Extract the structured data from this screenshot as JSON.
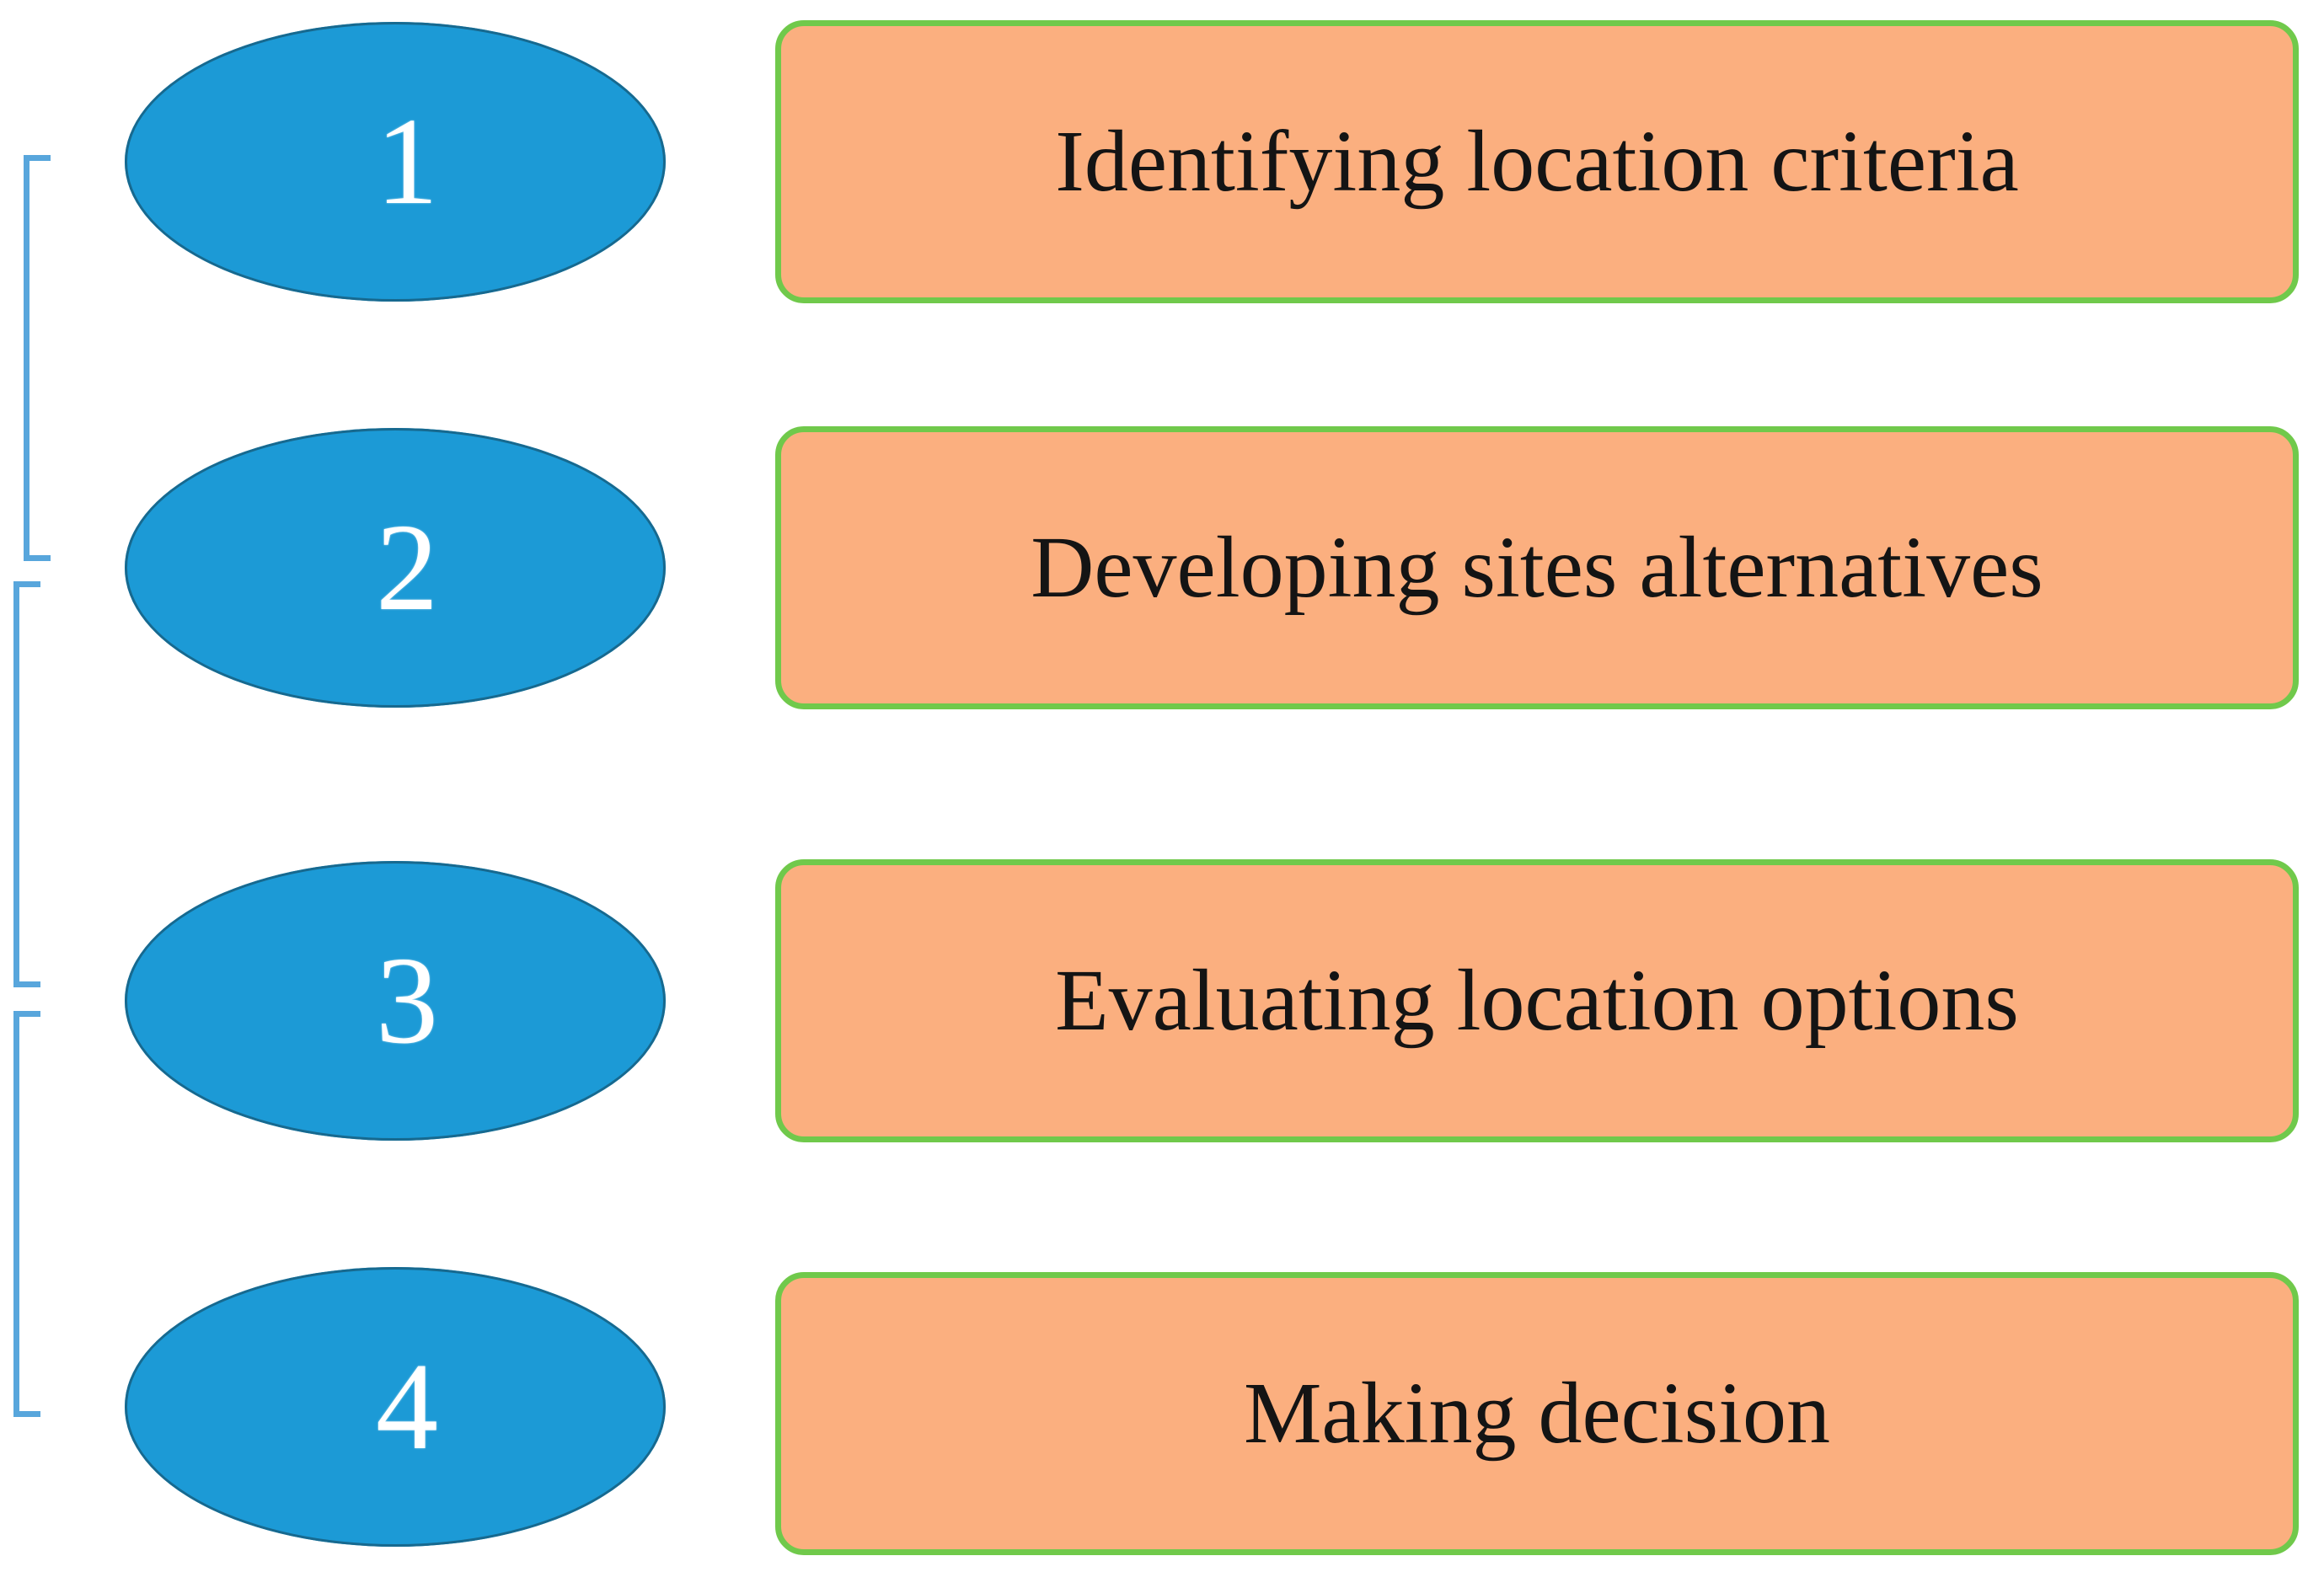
{
  "diagram": {
    "type": "numbered-process-steps",
    "title": "",
    "colors": {
      "ellipse_fill": "#1C9AD6",
      "ellipse_outline": "#17698F",
      "box_fill": "#FBAF7F",
      "box_border": "#70C94B",
      "bracket": "#58A6DC",
      "number_text": "#FFFFFF",
      "label_text": "#141414",
      "background": "#FFFFFF"
    },
    "steps": [
      {
        "number": "1",
        "label": "Identifying location criteria"
      },
      {
        "number": "2",
        "label": "Developing sites alternatives"
      },
      {
        "number": "3",
        "label": "Evaluating location options"
      },
      {
        "number": "4",
        "label": "Making decision"
      }
    ],
    "brackets": [
      {
        "name": "bracket-1"
      },
      {
        "name": "bracket-2"
      },
      {
        "name": "bracket-3"
      }
    ]
  }
}
